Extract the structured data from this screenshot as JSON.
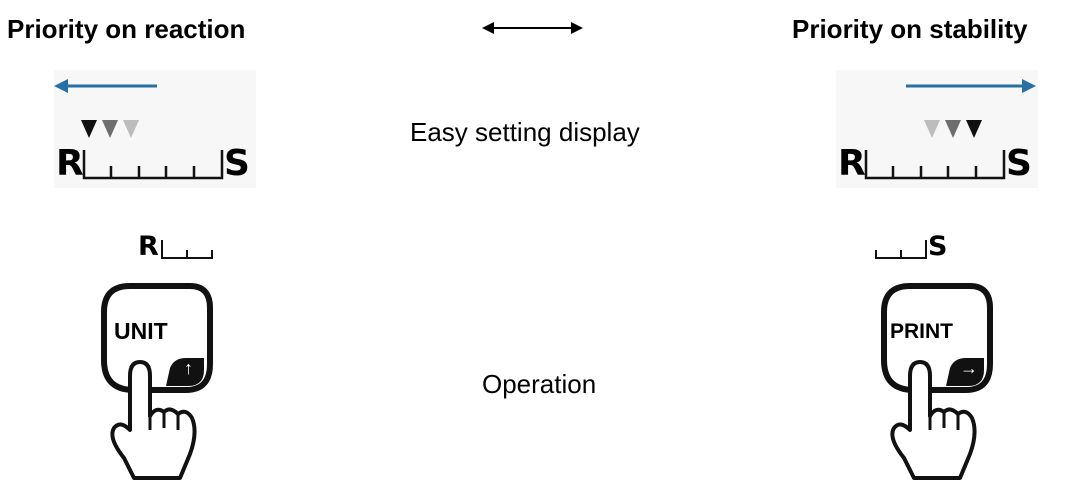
{
  "headings": {
    "left": "Priority on reaction",
    "right": "Priority on stability"
  },
  "center_labels": {
    "display": "Easy setting display",
    "operation": "Operation"
  },
  "scale": {
    "reaction_letter": "R",
    "stability_letter": "S"
  },
  "keys": {
    "left": {
      "label": "UNIT",
      "symbol": "↑"
    },
    "right": {
      "label": "PRINT",
      "symbol": "→"
    }
  },
  "colors": {
    "arrow": "#2a6fa3",
    "marker_dark": "#111111",
    "marker_mid": "#6e6e6e",
    "marker_light": "#bdbdbd"
  },
  "icons": {
    "top_connector": "double-arrow-icon",
    "direction_left": "arrow-left-icon",
    "direction_right": "arrow-right-icon",
    "hand": "pointing-hand-icon"
  }
}
